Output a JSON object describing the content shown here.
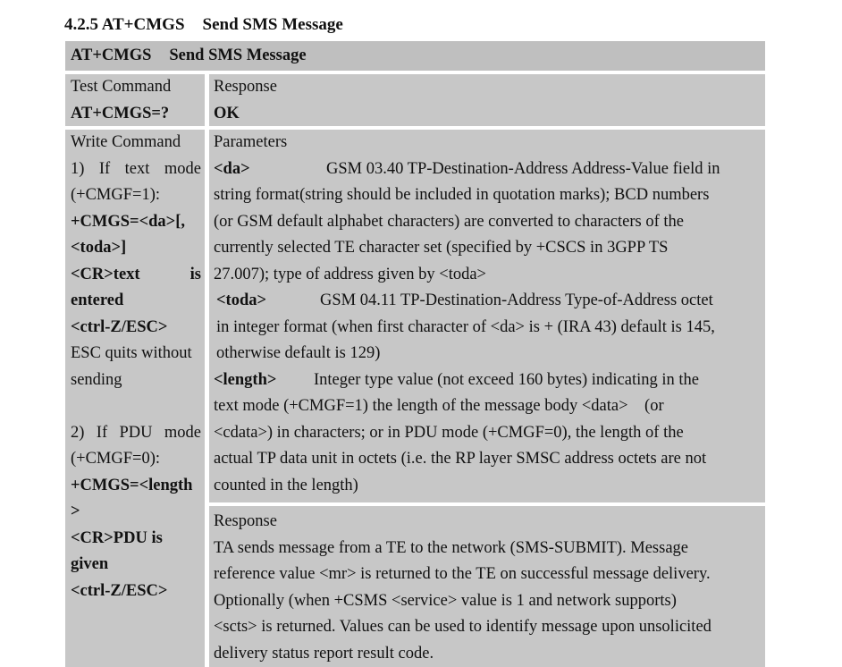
{
  "section": {
    "number_cmd": "4.2.5 AT+CMGS",
    "name": "Send SMS Message"
  },
  "table": {
    "header": {
      "cmd": "AT+CMGS",
      "name": "Send SMS Message"
    },
    "test": {
      "label": "Test Command",
      "syntax": "AT+CMGS=?",
      "response_label": "Response",
      "response_value": "OK"
    },
    "write": {
      "label": "Write Command",
      "text_mode_lines": [
        "1)",
        "If",
        "text",
        "mode"
      ],
      "text_mode_cond": "(+CMGF=1):",
      "text_mode_syntax_1": "+CMGS=<da>[,",
      "text_mode_syntax_2": "<toda>]",
      "cr_text_a": "<CR>text",
      "cr_text_b": "is",
      "entered": "entered",
      "ctrl_z": "<ctrl-Z/ESC>",
      "esc_quits": "ESC quits without",
      "sending": "sending",
      "pdu_mode_words": [
        "2)",
        "If",
        "PDU",
        "mode"
      ],
      "pdu_mode_cond": "(+CMGF=0):",
      "pdu_syntax_1": "+CMGS=<length",
      "pdu_syntax_2": ">",
      "cr_pdu": "<CR>PDU is",
      "given": "given",
      "ctrl_z_2": "<ctrl-Z/ESC>"
    },
    "parameters": {
      "label": "Parameters",
      "da_name": "<da>",
      "da_lines": [
        "GSM 03.40 TP-Destination-Address Address-Value field in",
        "string format(string should be included in quotation marks); BCD numbers",
        "(or GSM default alphabet characters) are converted to characters of the",
        "currently selected TE character set (specified by +CSCS in 3GPP TS",
        "27.007); type of address given by <toda>"
      ],
      "toda_name": "<toda>",
      "toda_lines": [
        "GSM 04.11 TP-Destination-Address Type-of-Address octet",
        "in integer format (when first character of <da> is + (IRA 43) default is 145,",
        "otherwise default is 129)"
      ],
      "length_name": "<length>",
      "length_lines": [
        "Integer type value (not exceed 160 bytes) indicating in the",
        "text mode (+CMGF=1) the length of the message body <data>    (or",
        "<cdata>) in characters; or in PDU mode (+CMGF=0), the length of the",
        "actual TP data unit in octets (i.e. the RP layer SMSC address octets are not",
        "counted in the length)"
      ]
    },
    "response": {
      "label": "Response",
      "lines": [
        "TA sends message from a TE to the network (SMS-SUBMIT). Message",
        "reference value <mr> is returned to the TE on successful message delivery.",
        "Optionally (when +CSMS <service> value is 1 and network supports)",
        "<scts> is returned. Values can be used to identify message upon unsolicited",
        "delivery status report result code."
      ]
    }
  }
}
